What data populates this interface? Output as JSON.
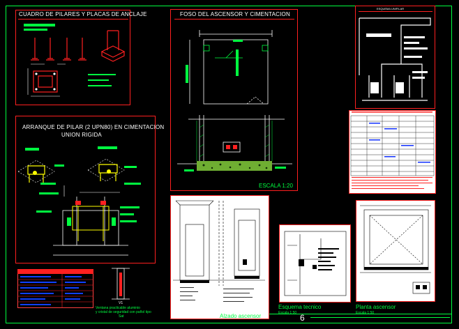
{
  "sheet": {
    "number": "6",
    "colors": {
      "background": "#000000",
      "frame": "#00ff40",
      "border": "#ff2020",
      "text": "#ffffff",
      "annotation": "#00ff40",
      "fill_white": "#ffffff"
    }
  },
  "panels": {
    "pilares": {
      "title": "CUADRO DE PILARES Y PLACAS DE ANCLAJE"
    },
    "foso": {
      "title": "FOSO DEL ASCENSOR Y CIMENTACION",
      "scale": "ESCALA 1:20"
    },
    "esquema_unifilar": {
      "title": "ESQUEMA UNIFILAR"
    },
    "arranque": {
      "title_line1": "ARRANQUE DE PILAR (2 UPN80) EN CIMENTACION",
      "title_line2": "UNION RIGIDA"
    },
    "detalle": {
      "label": "V1",
      "caption_line1": "Ventana practicable aluminio",
      "caption_line2": "y cristal de seguridad con pañol tipo",
      "caption_line3": "Sat"
    },
    "alzado": {
      "caption": "Alzado ascensor"
    },
    "esquema_tecnico": {
      "caption": "Esquema tecnico",
      "scale": "Escala 1:50"
    },
    "planta": {
      "caption": "Planta ascensor",
      "scale": "Escala 1:50"
    }
  }
}
